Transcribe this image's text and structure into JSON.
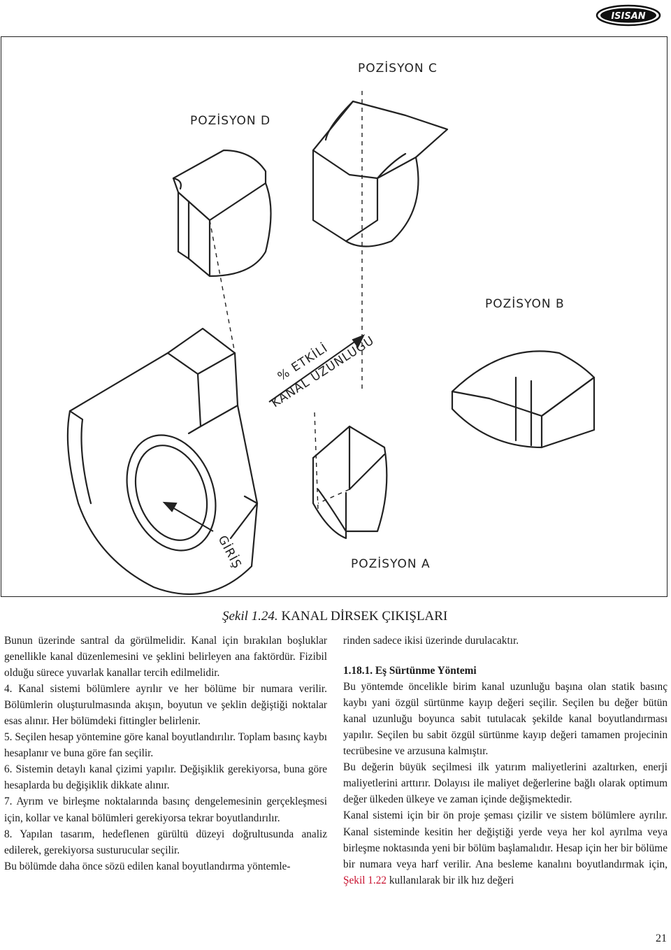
{
  "header": {
    "brand": "ISISAN"
  },
  "figure": {
    "labels": {
      "pos_c": "POZİSYON C",
      "pos_d": "POZİSYON D",
      "pos_b": "POZİSYON B",
      "pos_a": "POZİSYON A",
      "etkili": "% ETKİLİ",
      "kanal_uzunlugu": "KANAL UZUNLUĞU",
      "giris": "GİRİŞ"
    },
    "caption_prefix": "Şekil 1.24.",
    "caption_title": "KANAL DİRSEK ÇIKIŞLARI"
  },
  "left_column": [
    "Bunun üzerinde santral da görülmelidir. Kanal için bırakılan boşluklar genellikle kanal düzenlemesini ve şeklini belirleyen ana faktördür. Fizibil olduğu sürece yuvarlak kanallar tercih edilmelidir.",
    "4. Kanal sistemi bölümlere ayrılır ve her bölüme bir numara verilir. Bölümlerin oluşturulmasında akışın, boyutun ve şeklin değiştiği noktalar esas alınır. Her bölümdeki fittingler belirlenir.",
    "5. Seçilen hesap yöntemine göre kanal boyutlandırılır. Toplam basınç kaybı hesaplanır ve buna göre fan seçilir.",
    "6. Sistemin detaylı kanal çizimi yapılır. Değişiklik gerekiyorsa, buna göre hesaplarda bu değişiklik dikkate alınır.",
    "7. Ayrım ve birleşme noktalarında basınç dengelemesinin gerçekleşmesi için, kollar ve kanal bölümleri gerekiyorsa tekrar boyutlandırılır.",
    "8. Yapılan tasarım, hedeflenen gürültü düzeyi doğrultusunda analiz edilerek, gerekiyorsa susturucular seçilir.",
    "Bu bölümde daha önce sözü edilen kanal boyutlandırma yöntemle-"
  ],
  "right_column": {
    "intro": "rinden sadece ikisi üzerinde durulacaktır.",
    "heading": "1.18.1. Eş Sürtünme Yöntemi",
    "paragraphs": [
      "Bu yöntemde öncelikle birim kanal uzunluğu başına olan statik basınç kaybı yani özgül sürtünme kayıp değeri seçilir. Seçilen bu değer bütün kanal uzunluğu boyunca sabit tutulacak şekilde kanal boyutlandırması yapılır. Seçilen bu sabit özgül sürtünme kayıp değeri tamamen projecinin tecrübesine ve arzusuna kalmıştır.",
      "Bu değerin büyük seçilmesi ilk yatırım maliyetlerini azaltırken, enerji maliyetlerini arttırır. Dolayısı ile maliyet değerlerine bağlı olarak optimum değer ülkeden ülkeye ve zaman içinde değişmektedir.",
      "Kanal sistemi için bir ön proje şeması çizilir ve sistem bölümlere ayrılır. Kanal sisteminde kesitin her değiştiği yerde veya her kol ayrılma veya birleşme noktasında yeni bir bölüm başlamalıdır. Hesap için her bir bölüme bir numara veya harf verilir. Ana besleme kanalını boyutlandırmak için,"
    ],
    "ref_link": "Şekil 1.22",
    "ending": "kullanılarak bir ilk hız değeri"
  },
  "page_number": "21"
}
